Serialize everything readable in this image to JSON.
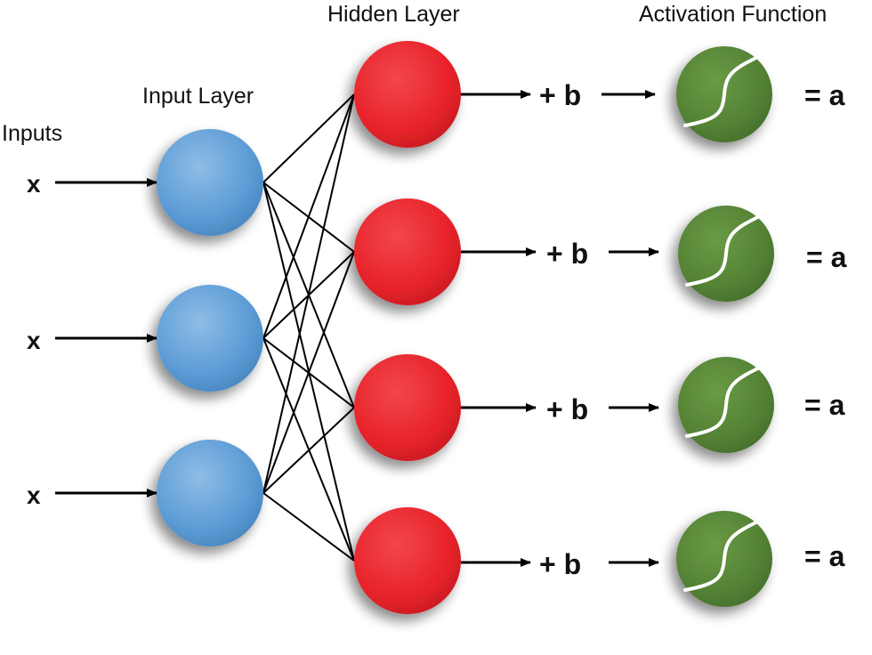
{
  "headings": {
    "inputs": "Inputs",
    "input_layer": "Input Layer",
    "hidden_layer": "Hidden Layer",
    "activation_function": "Activation Function"
  },
  "inputs": [
    {
      "label": "x"
    },
    {
      "label": "x"
    },
    {
      "label": "x"
    }
  ],
  "hidden": [
    {
      "bias": "+ b",
      "output": "= a"
    },
    {
      "bias": "+ b",
      "output": "= a"
    },
    {
      "bias": "+ b",
      "output": "= a"
    },
    {
      "bias": "+ b",
      "output": "= a"
    }
  ],
  "colors": {
    "input_node": "#5b9bd5",
    "hidden_node": "#e8232a",
    "activation_node": "#548235",
    "edge": "#000000"
  }
}
